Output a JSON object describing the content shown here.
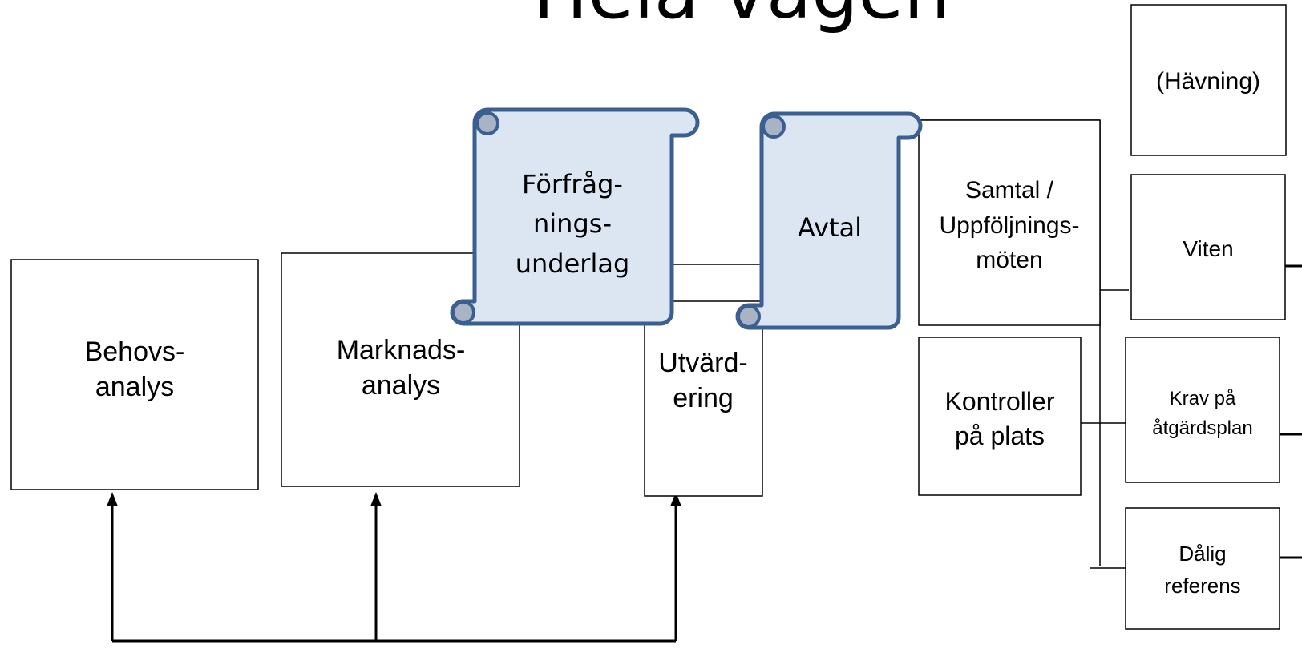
{
  "diagram": {
    "title": "Hela vägen",
    "boxes": {
      "behovsanalys": [
        "Behovs-",
        "analys"
      ],
      "marknadsanalys": [
        "Marknads-",
        "analys"
      ],
      "utvardering": [
        "Utvärd-",
        "ering"
      ],
      "samtal": [
        "Samtal /",
        "Uppföljnings-",
        "möten"
      ],
      "kontroller": [
        "Kontroller",
        "på plats"
      ],
      "havning": [
        "(Hävning)"
      ],
      "viten": [
        "Viten"
      ],
      "krav": [
        "Krav på",
        "åtgärdsplan"
      ],
      "dalig": [
        "Dålig",
        "referens"
      ]
    },
    "scrolls": {
      "forfragningsunderlag": [
        "Förfråg-",
        "nings-",
        "underlag"
      ],
      "avtal": [
        "Avtal"
      ]
    },
    "colors": {
      "scroll_fill": "#dce6f2",
      "scroll_stroke": "#3c5f91",
      "curl_fill": "#a8b4c4",
      "line": "#000000"
    }
  }
}
